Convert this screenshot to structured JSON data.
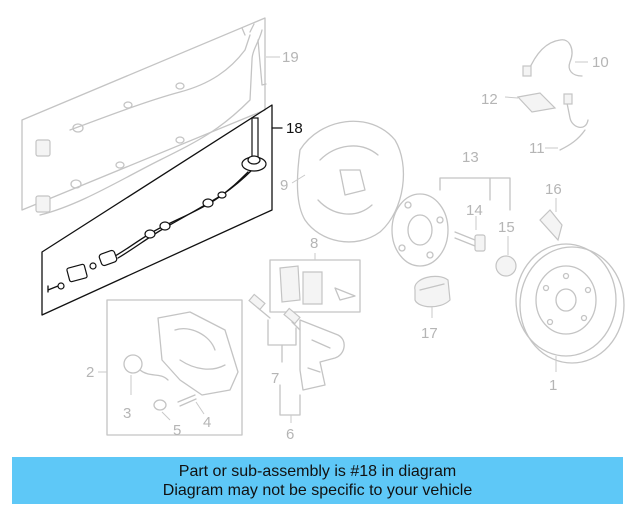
{
  "diagram": {
    "callouts": [
      {
        "id": "1",
        "text": "1"
      },
      {
        "id": "2",
        "text": "2"
      },
      {
        "id": "3",
        "text": "3"
      },
      {
        "id": "4",
        "text": "4"
      },
      {
        "id": "5",
        "text": "5"
      },
      {
        "id": "6",
        "text": "6"
      },
      {
        "id": "7",
        "text": "7"
      },
      {
        "id": "8",
        "text": "8"
      },
      {
        "id": "9",
        "text": "9"
      },
      {
        "id": "10",
        "text": "10"
      },
      {
        "id": "11",
        "text": "11"
      },
      {
        "id": "12",
        "text": "12"
      },
      {
        "id": "13",
        "text": "13"
      },
      {
        "id": "14",
        "text": "14"
      },
      {
        "id": "15",
        "text": "15"
      },
      {
        "id": "16",
        "text": "16"
      },
      {
        "id": "17",
        "text": "17"
      },
      {
        "id": "18",
        "text": "18"
      },
      {
        "id": "19",
        "text": "19"
      }
    ],
    "highlighted_part": "18",
    "colors": {
      "highlight": "#111111",
      "inactive": "#c4c4c4",
      "banner": "#5ec8f7"
    }
  },
  "banner": {
    "line1": "Part or sub-assembly is #18 in diagram",
    "line2": "Diagram may not be specific to your vehicle"
  }
}
